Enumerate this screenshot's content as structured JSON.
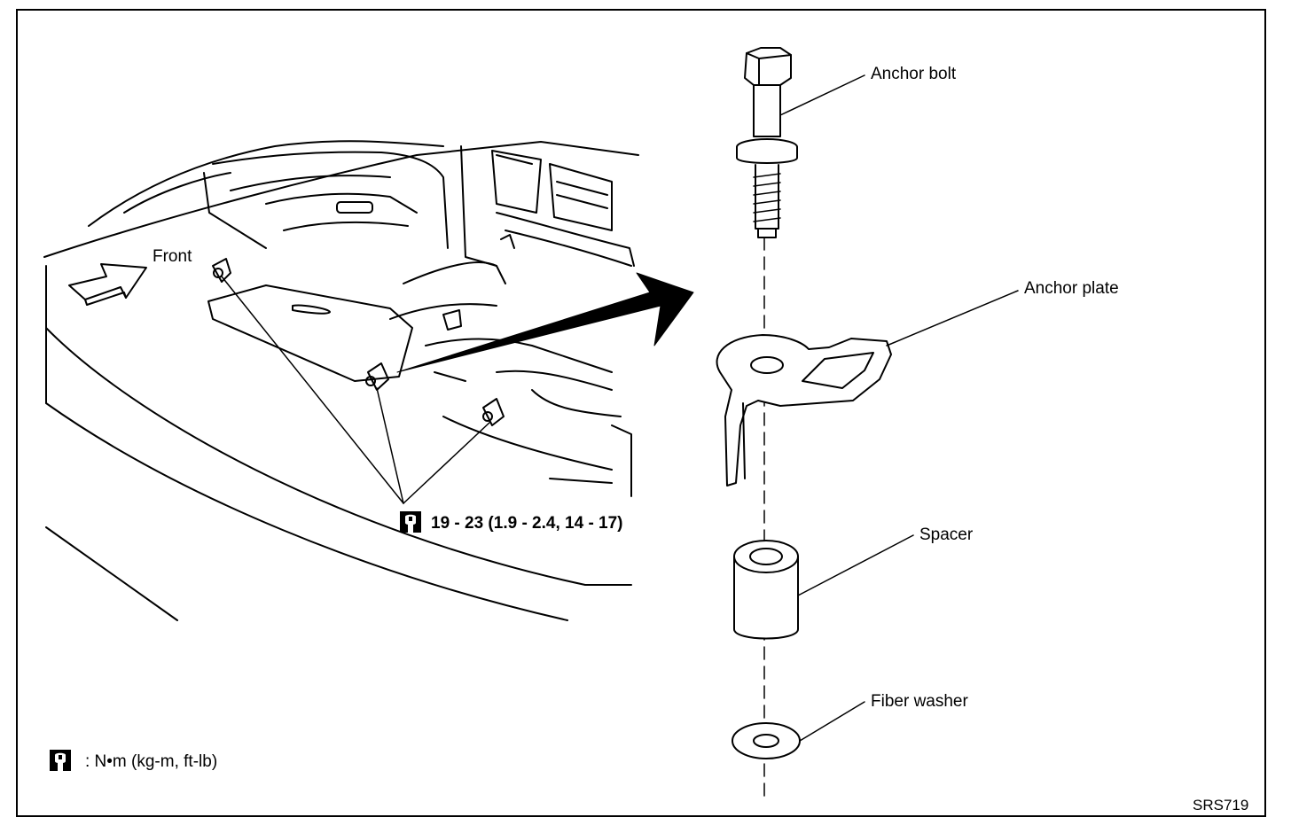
{
  "labels": {
    "front": "Front",
    "anchor_bolt": "Anchor bolt",
    "anchor_plate": "Anchor plate",
    "spacer": "Spacer",
    "fiber_washer": "Fiber washer",
    "torque_spec": "19 - 23 (1.9 - 2.4, 14 - 17)",
    "torque_legend": ": N•m (kg-m, ft-lb)",
    "figure_code": "SRS719"
  },
  "icons": [
    "torque-wrench-icon",
    "front-arrow-icon",
    "callout-arrow-icon"
  ],
  "colors": {
    "ink": "#000000",
    "paper": "#ffffff"
  }
}
